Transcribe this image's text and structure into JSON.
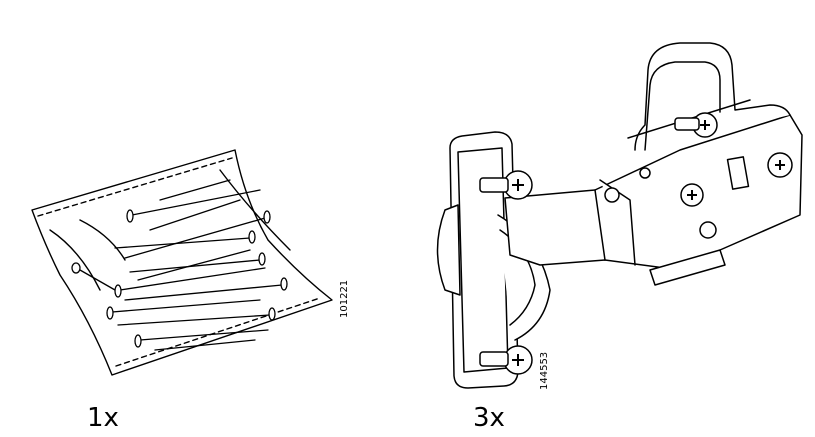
{
  "parts": [
    {
      "quantity": "1x",
      "article_number": "101221",
      "icon": "nail-bag-icon"
    },
    {
      "quantity": "3x",
      "article_number": "144553",
      "icon": "cabinet-hinge-icon"
    }
  ]
}
